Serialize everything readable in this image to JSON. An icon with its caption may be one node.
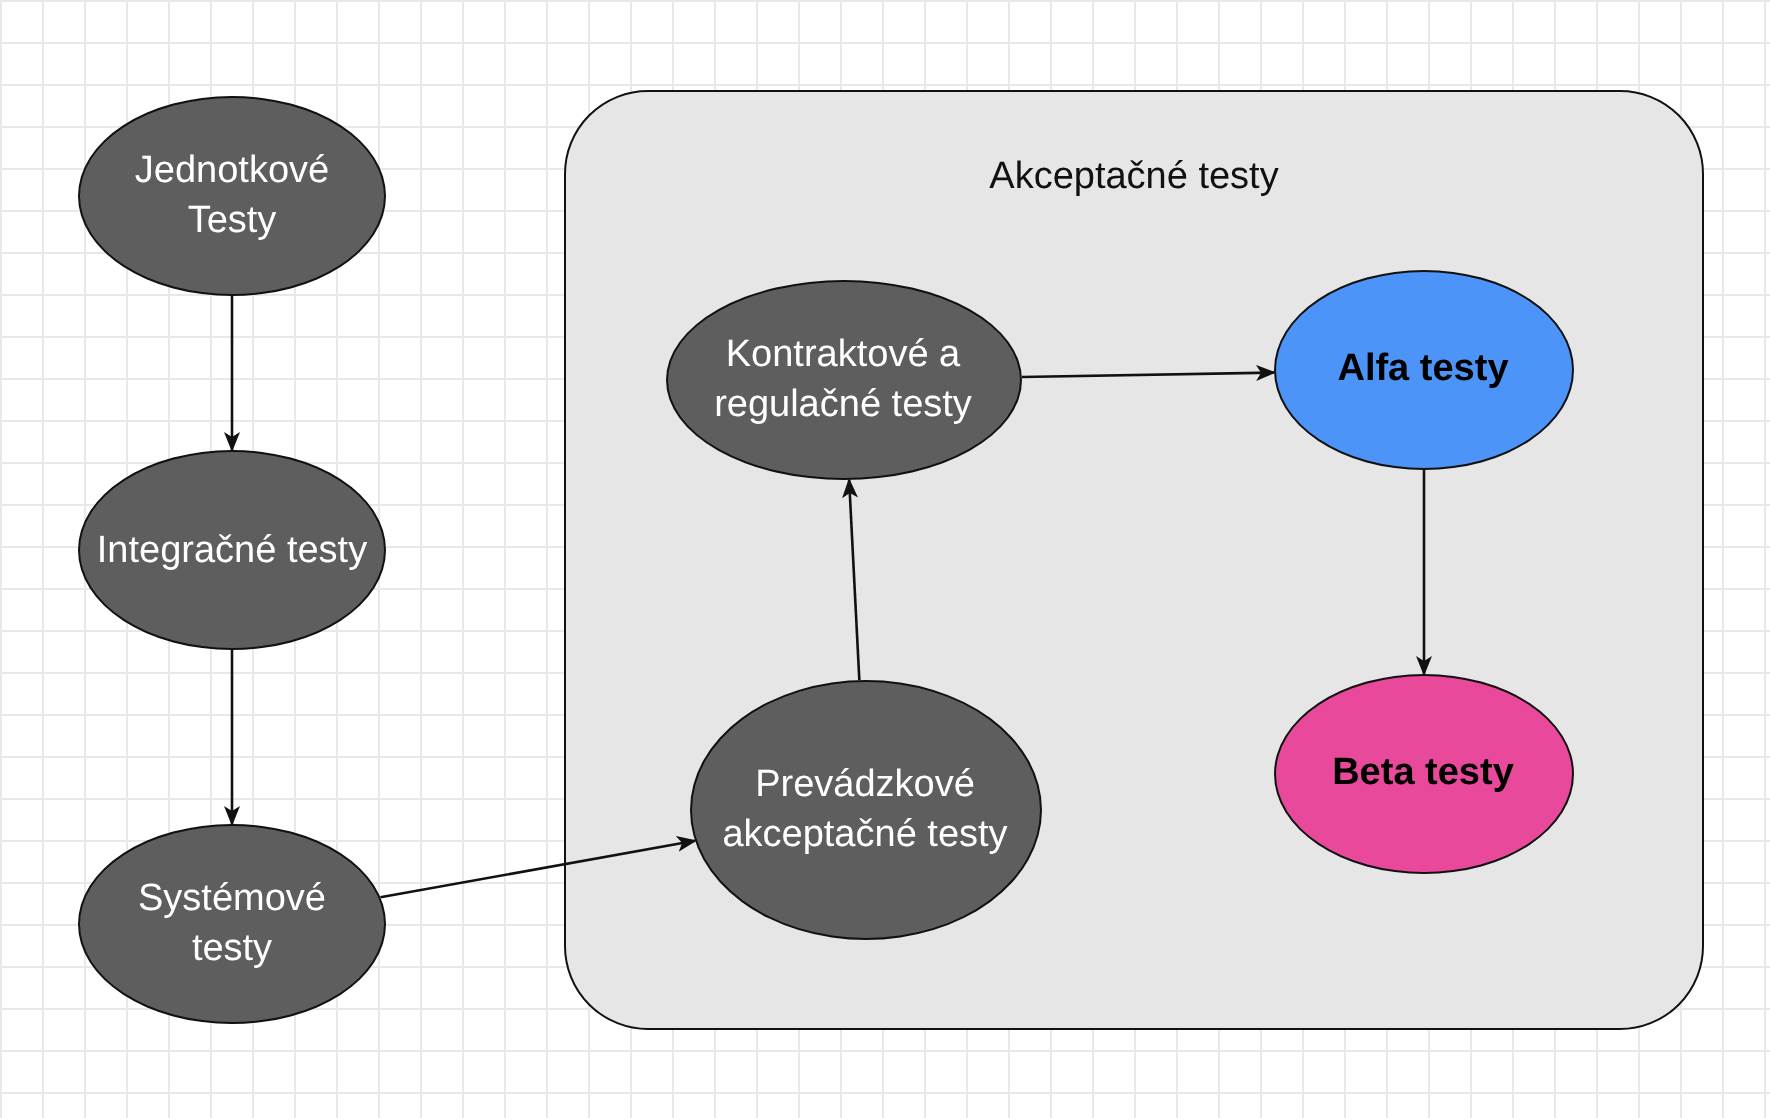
{
  "diagram": {
    "nodes": [
      {
        "text": [
          "Jednotkové Testy"
        ]
      },
      {
        "text": [
          "Integračné testy"
        ]
      },
      {
        "text": [
          "Systémové testy"
        ]
      },
      {
        "text": [
          "Akceptačné testy"
        ]
      },
      {
        "text": [
          "Kontraktové a regulačné testy"
        ],
        "in": 3
      },
      {
        "text": [
          "Alfa testy"
        ],
        "in": 3
      },
      {
        "text": [
          "Prevádzkové akceptačné testy"
        ],
        "in": 3
      },
      {
        "text": [
          "Beta testy"
        ],
        "in": 3
      }
    ],
    "edges": [
      {
        "from": 0,
        "to": 1,
        "arrow": "to"
      },
      {
        "from": 1,
        "to": 2,
        "arrow": "to"
      },
      {
        "from": 2,
        "to": 6,
        "arrow": "to"
      },
      {
        "from": 6,
        "to": 4,
        "arrow": "to"
      },
      {
        "from": 4,
        "to": 5,
        "arrow": "to"
      },
      {
        "from": 5,
        "to": 7,
        "arrow": "to"
      }
    ]
  }
}
